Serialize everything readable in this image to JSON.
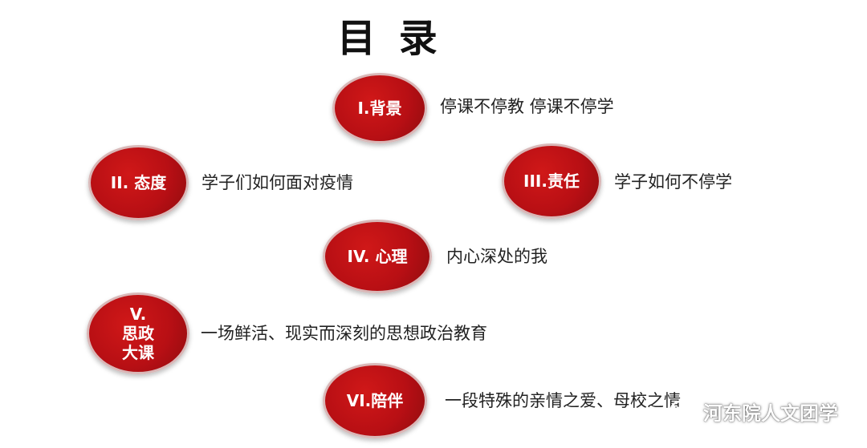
{
  "title": "目 录",
  "items": [
    {
      "label": "I.背景",
      "description": "停课不停教 停课不停学"
    },
    {
      "label": "II. 态度",
      "description": "学子们如何面对疫情"
    },
    {
      "label": "III.责任",
      "description": "学子如何不停学"
    },
    {
      "label": "IV. 心理",
      "description": "内心深处的我"
    },
    {
      "label": "V.\n思政\n大课",
      "description": "一场鲜活、现实而深刻的思想政治教育"
    },
    {
      "label": "VI.陪伴",
      "description": "一段特殊的亲情之爱、母校之情"
    }
  ],
  "watermark": {
    "icon": "wechat-icon",
    "text": "河东院人文团学"
  },
  "colors": {
    "circle": "#b80f14",
    "text": "#222222",
    "title": "#111111"
  }
}
